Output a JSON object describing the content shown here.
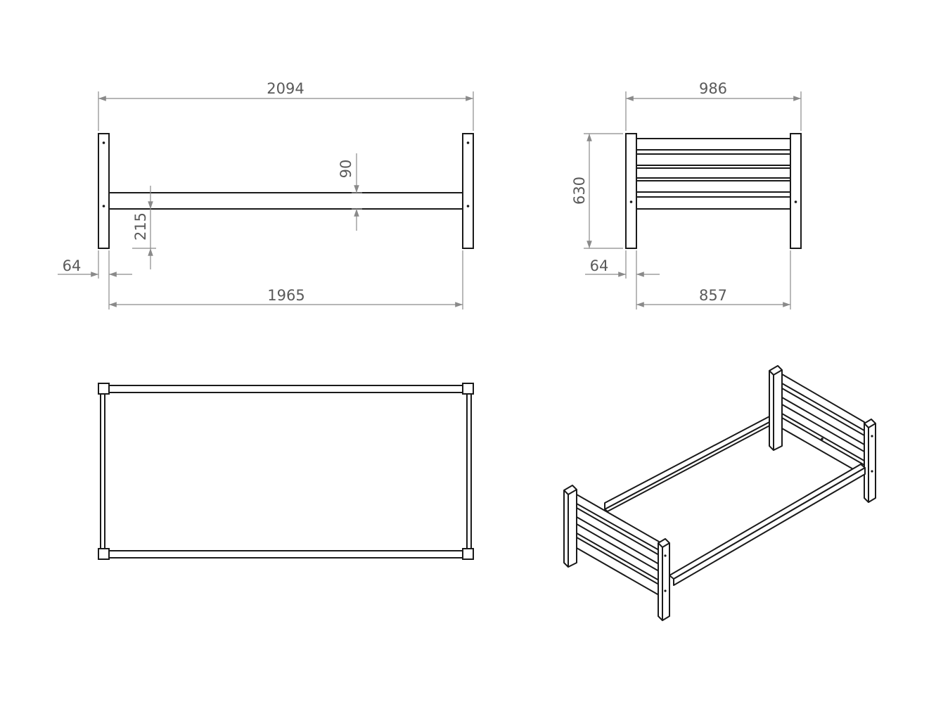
{
  "dimensions": {
    "side_total_length": "2094",
    "side_rail_height": "90",
    "side_rail_clearance": "215",
    "side_post_width": "64",
    "side_inner_length": "1965",
    "end_total_width": "986",
    "end_height": "630",
    "end_post_width": "64",
    "end_inner_width": "857"
  },
  "colors": {
    "line": "#1a1a1a",
    "dimension": "#8a8a8a",
    "text": "#5a5a5a",
    "background": "#ffffff"
  }
}
